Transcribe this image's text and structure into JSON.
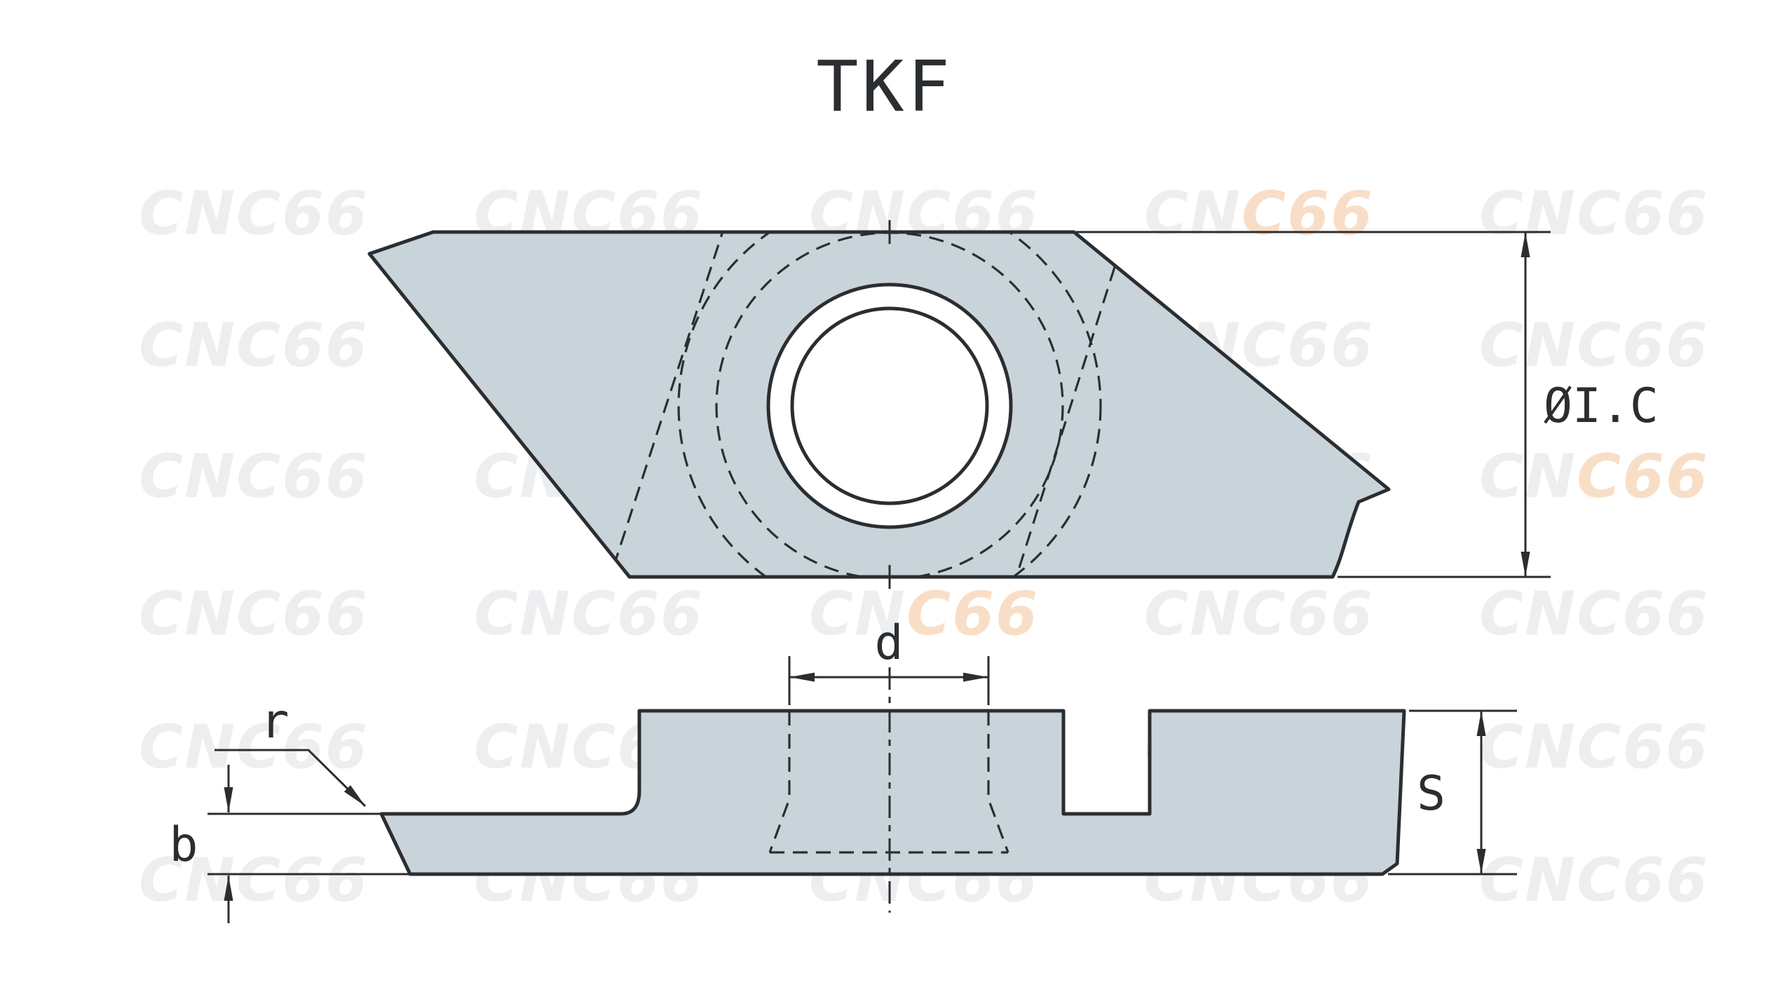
{
  "title": "TKF",
  "labels": {
    "inscribed_circle": "ØI.C",
    "hole_diameter": "d",
    "thickness": "S",
    "width": "b",
    "radius": "r"
  },
  "watermark": {
    "text": "CNC66",
    "prefix": "CN",
    "suffix": "C66"
  },
  "colors": {
    "background": "#ffffff",
    "insert_fill": "#c9d3da",
    "outline": "#2b2e31",
    "watermark_gray": "rgba(125,135,150,0.14)",
    "watermark_accent": "rgba(233,126,38,0.26)"
  }
}
